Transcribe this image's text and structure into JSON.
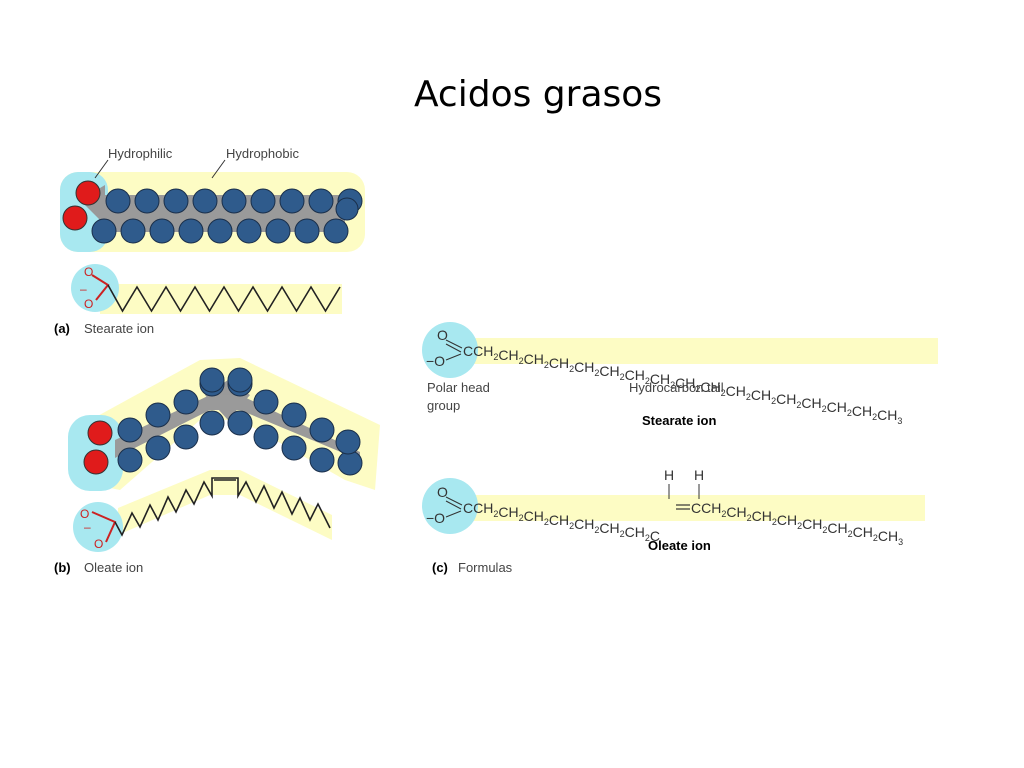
{
  "title": "Acidos grasos",
  "panel_a": {
    "label_letter": "(a)",
    "label_text": "Stearate ion",
    "hydrophilic": "Hydrophilic",
    "hydrophobic": "Hydrophobic"
  },
  "panel_b": {
    "label_letter": "(b)",
    "label_text": "Oleate ion"
  },
  "panel_c": {
    "label_letter": "(c)",
    "label_text": "Formulas",
    "polar_head_line1": "Polar head",
    "polar_head_line2": "group",
    "hydrocarbon_tail": "Hydrocarbon tail",
    "stearate_name": "Stearate ion",
    "oleate_name": "Oleate ion",
    "h_atom": "H",
    "carboxyl_o": "O",
    "carboxyl_minus_o": "−O"
  },
  "colors": {
    "hydrophilic_bg": "#a8e8f0",
    "hydrophobic_bg": "#fdfcc4",
    "carbon": "#2f5b8c",
    "oxygen": "#e01b1b",
    "bond": "#8a8a8a"
  }
}
